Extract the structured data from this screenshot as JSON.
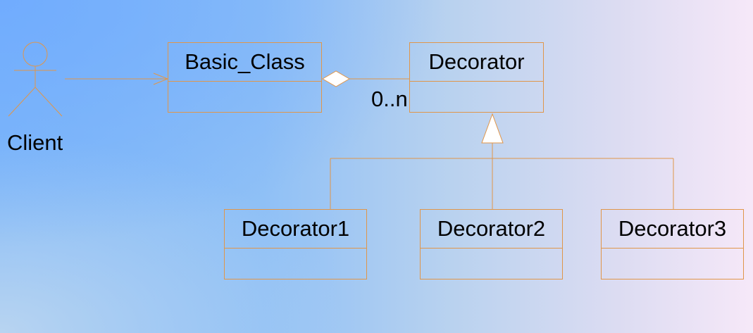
{
  "diagram": {
    "actor": {
      "label": "Client",
      "icon": "stick-figure-actor-icon"
    },
    "classes": {
      "basic": {
        "name": "Basic_Class"
      },
      "decorator": {
        "name": "Decorator"
      },
      "decorator1": {
        "name": "Decorator1"
      },
      "decorator2": {
        "name": "Decorator2"
      },
      "decorator3": {
        "name": "Decorator3"
      }
    },
    "relations": {
      "aggregation_multiplicity": "0..n"
    },
    "colors": {
      "line": "#e0964a",
      "text": "#000000",
      "background_left": "#7fb8f8",
      "background_right": "#f6e8f8"
    }
  }
}
